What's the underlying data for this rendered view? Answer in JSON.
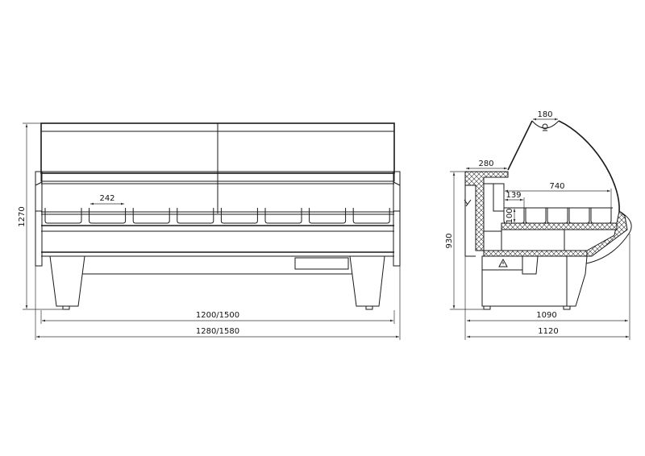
{
  "front_view": {
    "dimensions": {
      "height": "1270",
      "pan_width": "242",
      "inner_length": "1200/1500",
      "overall_length": "1280/1580"
    },
    "pan_count": 8
  },
  "side_view": {
    "dimensions": {
      "lamp_width": "180",
      "top_depth": "280",
      "shelf_depth": "740",
      "pan_depth": "139",
      "pan_height": "100",
      "height": "930",
      "base_depth": "1090",
      "overall_depth": "1120"
    },
    "pan_count": 5,
    "icons": [
      "warning-icon",
      "lamp-icon"
    ]
  }
}
